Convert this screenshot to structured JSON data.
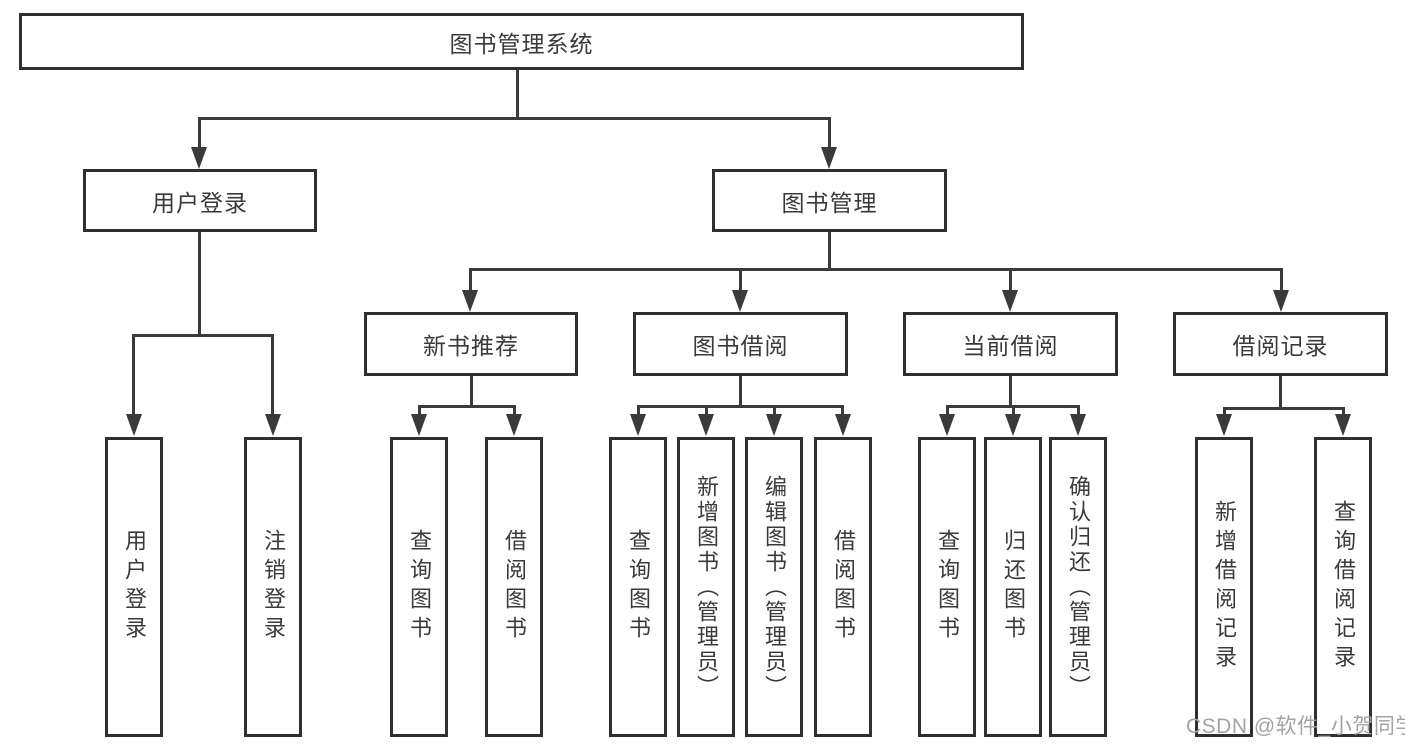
{
  "tree": {
    "root": {
      "label": "图书管理系统"
    },
    "branches": [
      {
        "label": "用户登录",
        "children": [
          {
            "label": "用户登录"
          },
          {
            "label": "注销登录"
          }
        ]
      },
      {
        "label": "图书管理",
        "children": [
          {
            "label": "新书推荐",
            "children": [
              {
                "label": "查询图书"
              },
              {
                "label": "借阅图书"
              }
            ]
          },
          {
            "label": "图书借阅",
            "children": [
              {
                "label": "查询图书"
              },
              {
                "label": "新增图书（管理员）"
              },
              {
                "label": "编辑图书（管理员）"
              },
              {
                "label": "借阅图书"
              }
            ]
          },
          {
            "label": "当前借阅",
            "children": [
              {
                "label": "查询图书"
              },
              {
                "label": "归还图书"
              },
              {
                "label": "确认归还（管理员）"
              }
            ]
          },
          {
            "label": "借阅记录",
            "children": [
              {
                "label": "新增借阅记录"
              },
              {
                "label": "查询借阅记录"
              }
            ]
          }
        ]
      }
    ]
  },
  "watermark": {
    "text": "CSDN @软件_小贺同学"
  },
  "colors": {
    "line": "#3a3a3a",
    "box_border": "#2f2f2f",
    "text": "#3a3a3a",
    "watermark": "#a3a3a3",
    "background": "#ffffff"
  }
}
